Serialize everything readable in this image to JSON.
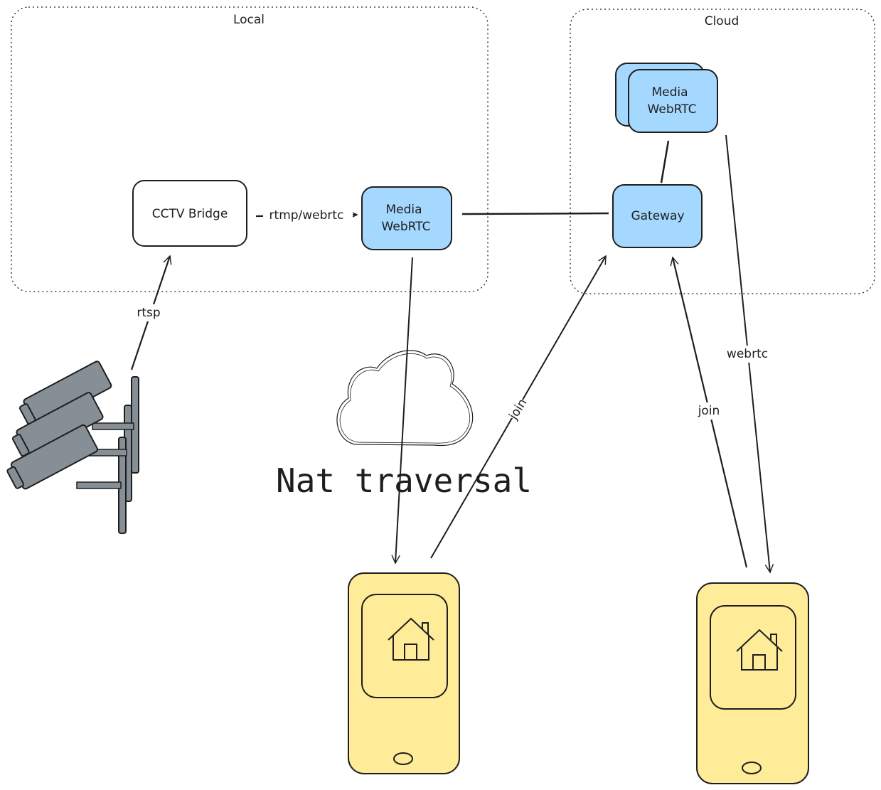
{
  "regions": {
    "local": "Local",
    "cloud": "Cloud"
  },
  "nodes": {
    "cctv_bridge": "CCTV Bridge",
    "local_media_line1": "Media",
    "local_media_line2": "WebRTC",
    "cloud_media_line1": "Media",
    "cloud_media_line2": "WebRTC",
    "gateway": "Gateway"
  },
  "edges": {
    "rtsp": "rtsp",
    "rtmp_webrtc": "rtmp/webrtc",
    "join_left": "join",
    "join_right": "join",
    "webrtc": "webrtc"
  },
  "annotations": {
    "nat_traversal": "Nat traversal"
  },
  "icons": {
    "cameras": "cctv-cameras-icon",
    "cloud": "cloud-icon",
    "phone": "smartphone-icon",
    "home": "home-icon"
  },
  "colors": {
    "media_fill": "#a5d8ff",
    "phone_fill": "#ffec99",
    "stroke": "#1e1e1e",
    "camera_fill": "#868e96"
  }
}
